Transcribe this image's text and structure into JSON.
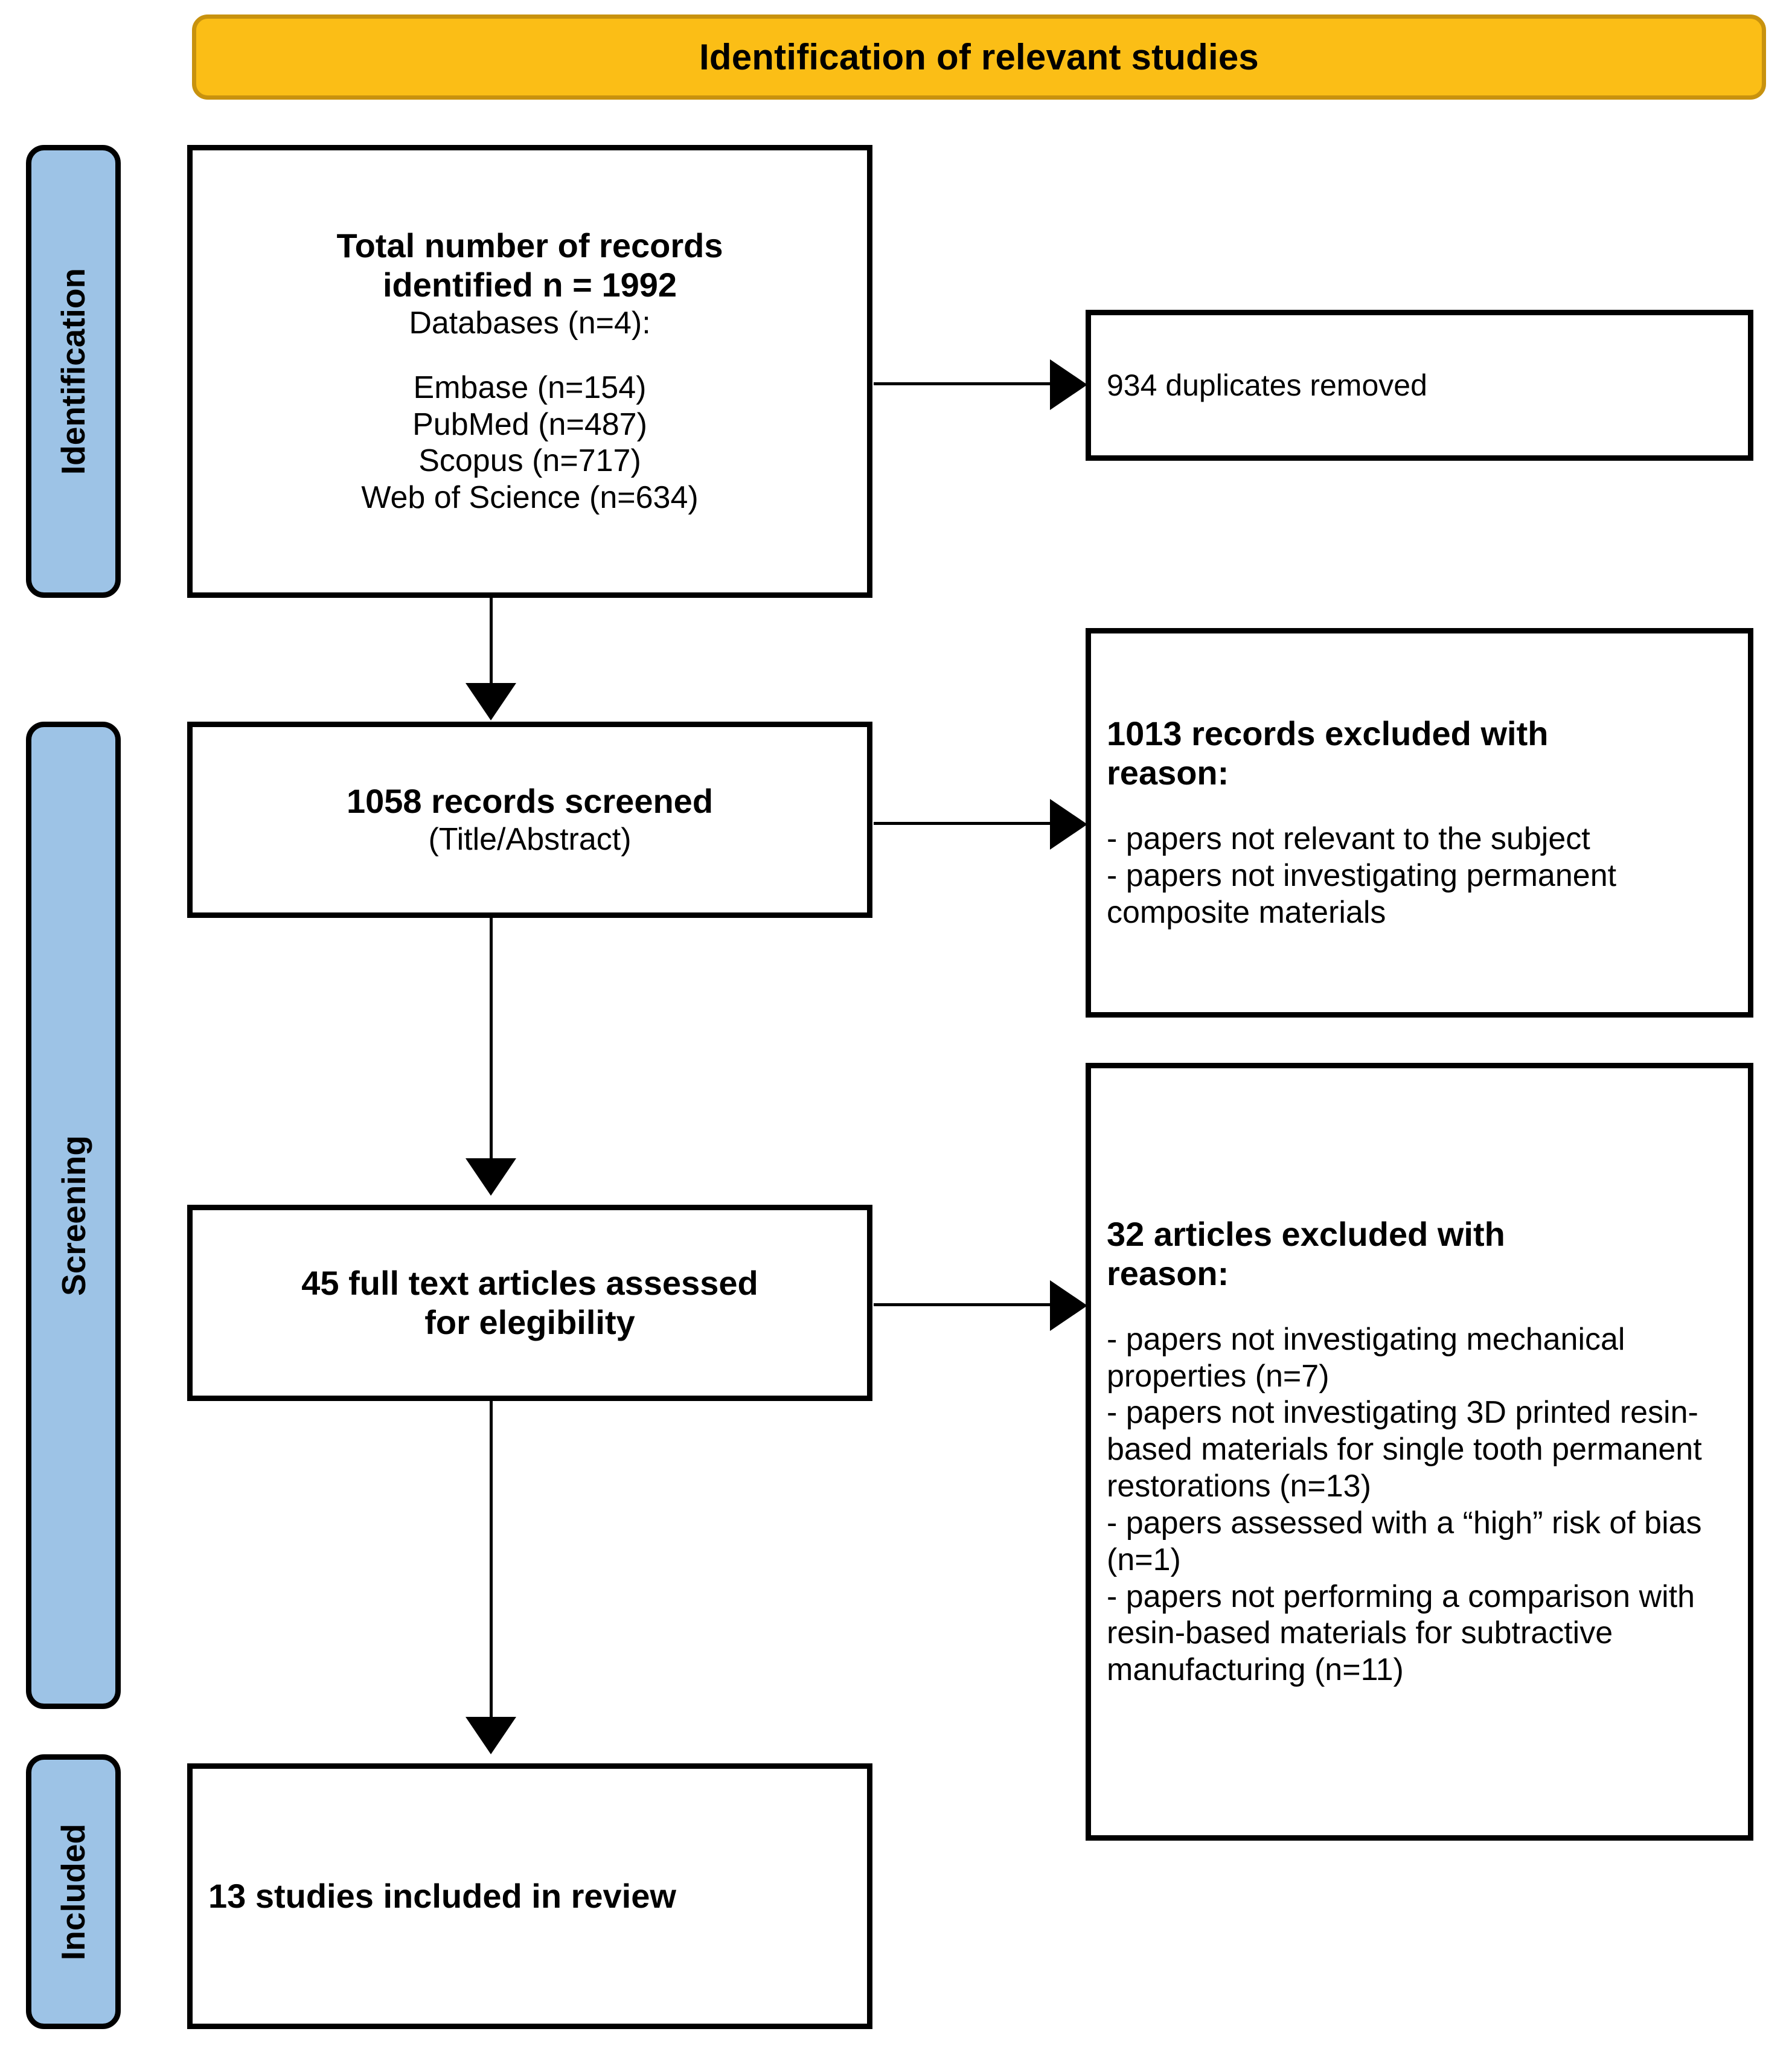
{
  "banner": {
    "title": "Identification of relevant studies"
  },
  "stages": [
    {
      "key": "identification",
      "label": "Identification"
    },
    {
      "key": "screening",
      "label": "Screening"
    },
    {
      "key": "included",
      "label": "Included"
    }
  ],
  "boxes": {
    "records": {
      "title": "Total number of records\nidentified n = 1992",
      "subtitle": "Databases (n=4):",
      "sources": [
        "Embase (n=154)",
        "PubMed (n=487)",
        "Scopus (n=717)",
        "Web of Science (n=634)"
      ]
    },
    "screened": {
      "title": "1058 records screened",
      "subtitle": "(Title/Abstract)"
    },
    "fulltext": {
      "title": "45 full text articles assessed\nfor elegibility"
    },
    "included": {
      "title": "13 studies included in review"
    },
    "duplicates": {
      "text": "934 duplicates removed"
    },
    "excluded_records": {
      "title": "1013 records excluded with\nreason:",
      "reasons": [
        "- papers not relevant to the subject",
        "- papers not investigating permanent composite materials"
      ]
    },
    "excluded_articles": {
      "title": "32 articles excluded with\nreason:",
      "reasons": [
        "- papers not investigating mechanical properties (n=7)",
        "- papers not investigating 3D printed resin-based materials for single tooth permanent restorations (n=13)",
        "- papers assessed with a “high” risk of bias (n=1)",
        "- papers not performing a comparison with resin-based materials for subtractive manufacturing (n=11)"
      ]
    }
  },
  "colors": {
    "banner_fill": "#FBBE16",
    "banner_border": "#C8920E",
    "stage_fill": "#9DC3E6",
    "box_border": "#000000",
    "box_fill": "#FFFFFF"
  }
}
